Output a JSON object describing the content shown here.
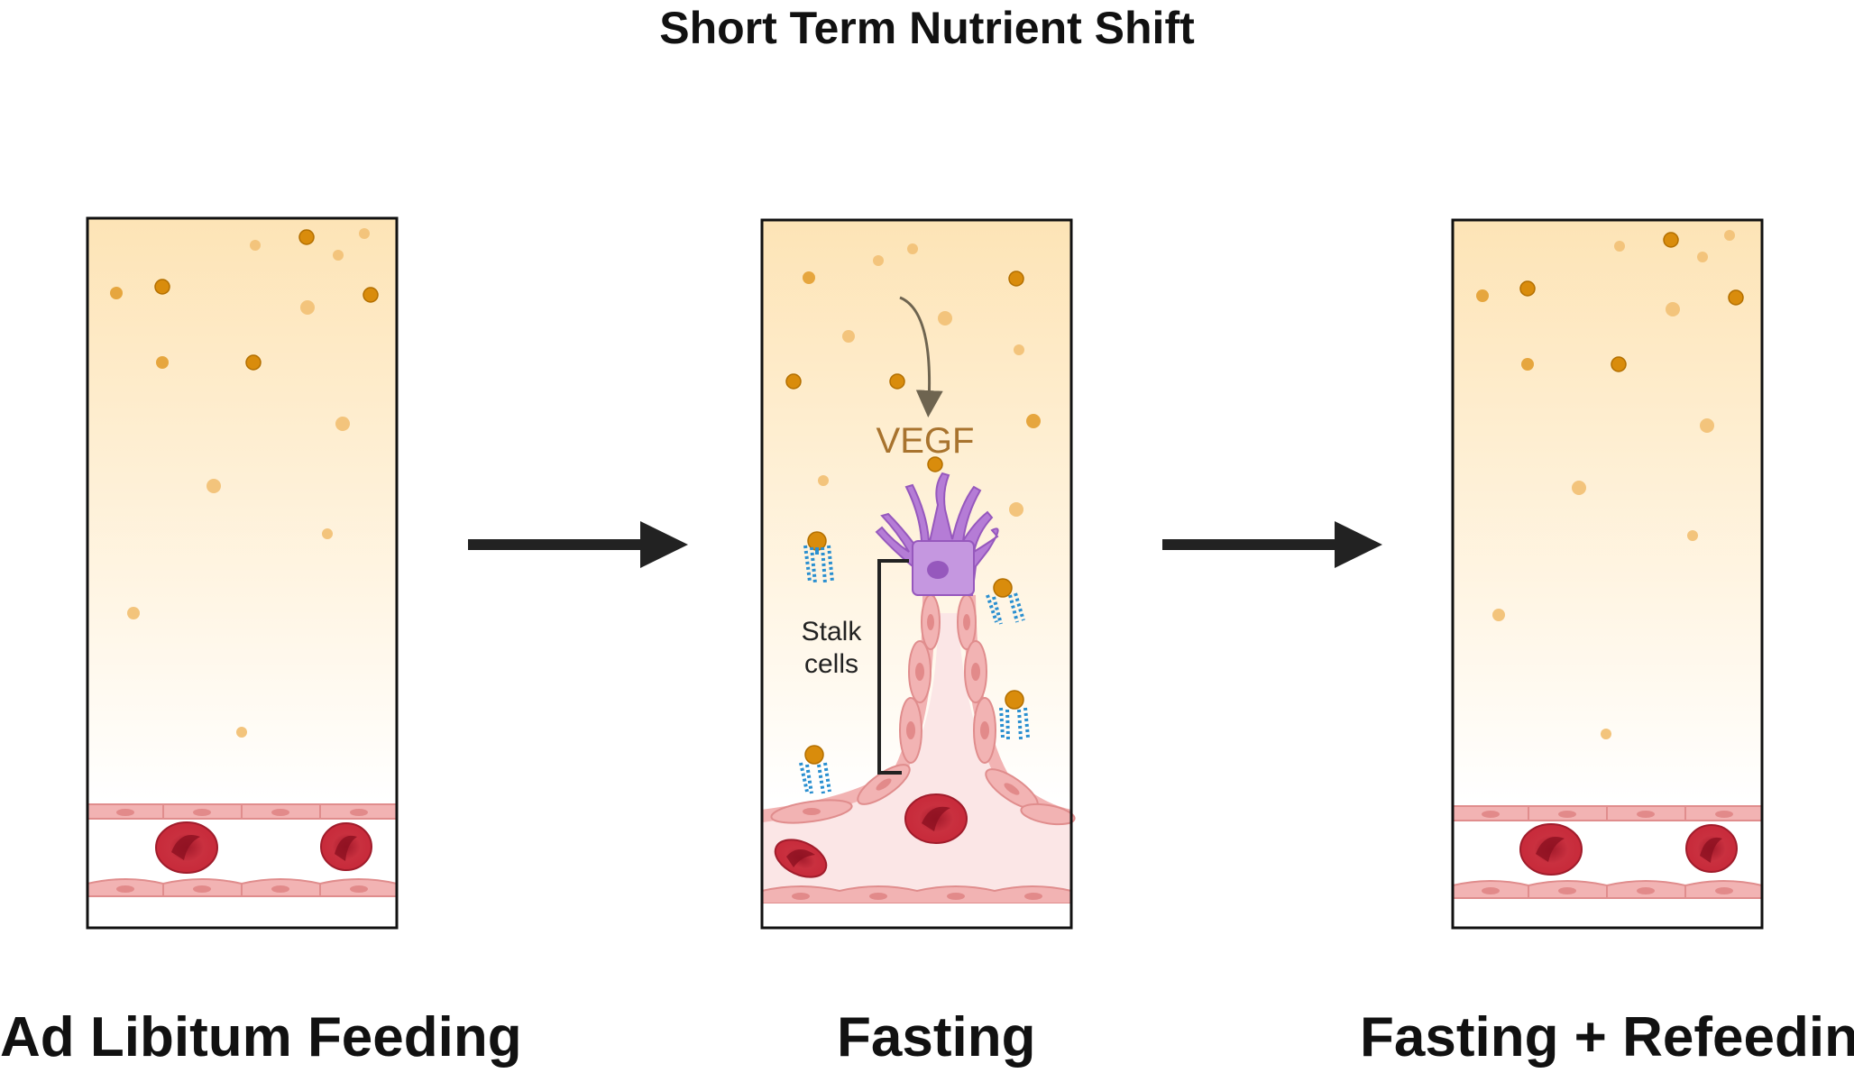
{
  "title": "Short Term Nutrient Shift",
  "panels": [
    {
      "caption": "Ad Libitum Feeding"
    },
    {
      "caption": "Fasting"
    },
    {
      "caption": "Fasting + Refeeding"
    }
  ],
  "annotations": {
    "vegf": "VEGF",
    "stalk_line1": "Stalk",
    "stalk_line2": "cells"
  },
  "colors": {
    "nutrient_gradient_top": "#fde4b6",
    "nutrient_dark": "#d98c0c",
    "nutrient_light": "#f3c47c",
    "vessel_cell": "#f2b3b3",
    "red_blood_cell": "#c8283a",
    "tip_cell": "#b57cd6",
    "receptor": "#2a8fd0",
    "vegf_text": "#a8732e",
    "arrow": "#222222"
  }
}
